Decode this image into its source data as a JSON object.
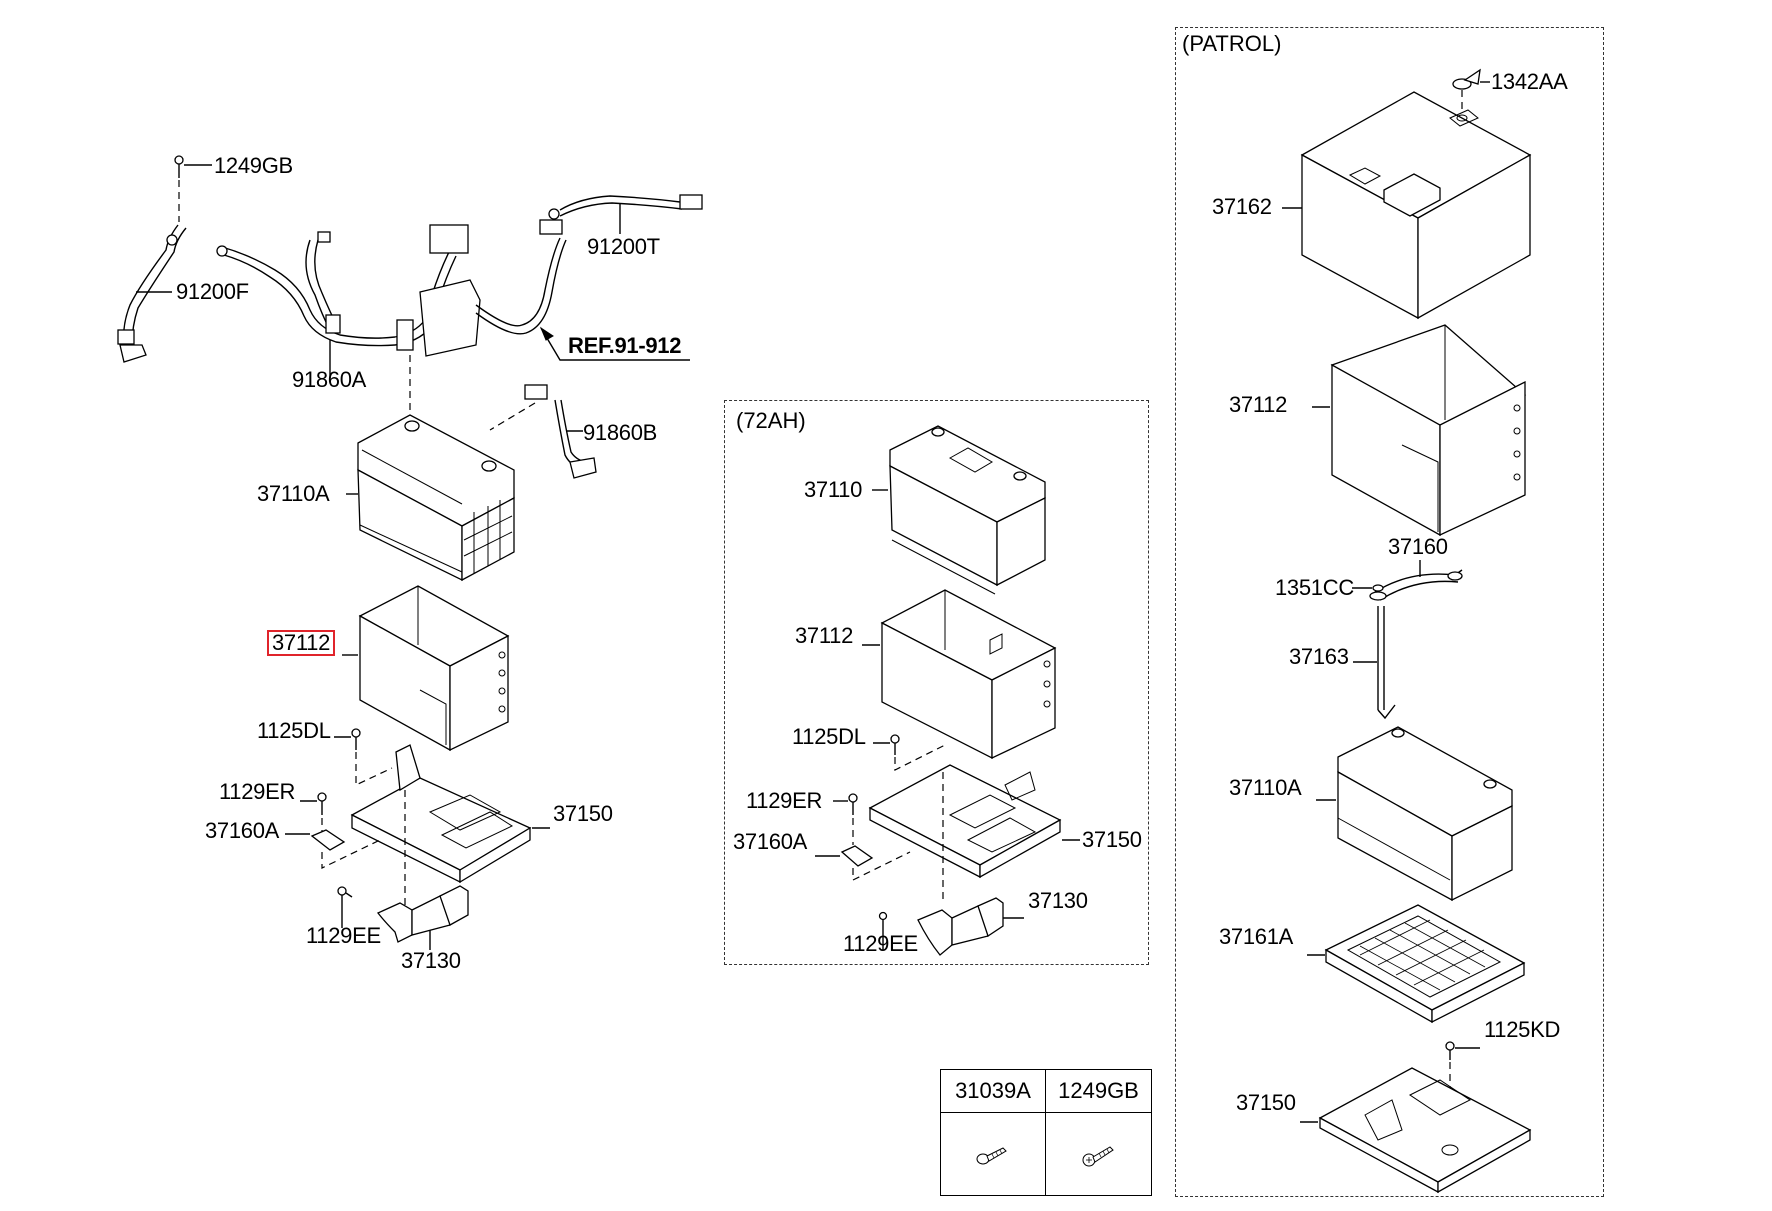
{
  "diagram": {
    "type": "exploded parts diagram",
    "subject": "Battery and battery tray assembly",
    "reference": "REF.91-912",
    "highlighted_part": "37112"
  },
  "main_group": {
    "labels": {
      "bolt_top": "1249GB",
      "cable_f": "91200F",
      "cable_t": "91200T",
      "harness_a": "91860A",
      "ref": "REF.91-912",
      "harness_b": "91860B",
      "battery": "37110A",
      "insulation": "37112",
      "bolt_dl": "1125DL",
      "bolt_er": "1129ER",
      "clamp": "37160A",
      "tray": "37150",
      "bolt_ee": "1129EE",
      "bracket": "37130"
    }
  },
  "group_72ah": {
    "title": "(72AH)",
    "labels": {
      "battery": "37110",
      "insulation": "37112",
      "bolt_dl": "1125DL",
      "bolt_er": "1129ER",
      "clamp": "37160A",
      "tray": "37150",
      "bracket": "37130",
      "bolt_ee": "1129EE"
    }
  },
  "group_patrol": {
    "title": "(PATROL)",
    "labels": {
      "wing_nut": "1342AA",
      "cover": "37162",
      "insulation": "37112",
      "clamp": "37160",
      "nut": "1351CC",
      "rod": "37163",
      "battery": "37110A",
      "pad": "37161A",
      "bolt_kd": "1125KD",
      "tray": "37150"
    }
  },
  "fastener_table": {
    "columns": [
      {
        "part": "31039A",
        "icon": "screw-icon"
      },
      {
        "part": "1249GB",
        "icon": "bolt-icon"
      }
    ]
  },
  "colors": {
    "line": "#000000",
    "highlight": "#e0242b",
    "background": "#ffffff"
  }
}
